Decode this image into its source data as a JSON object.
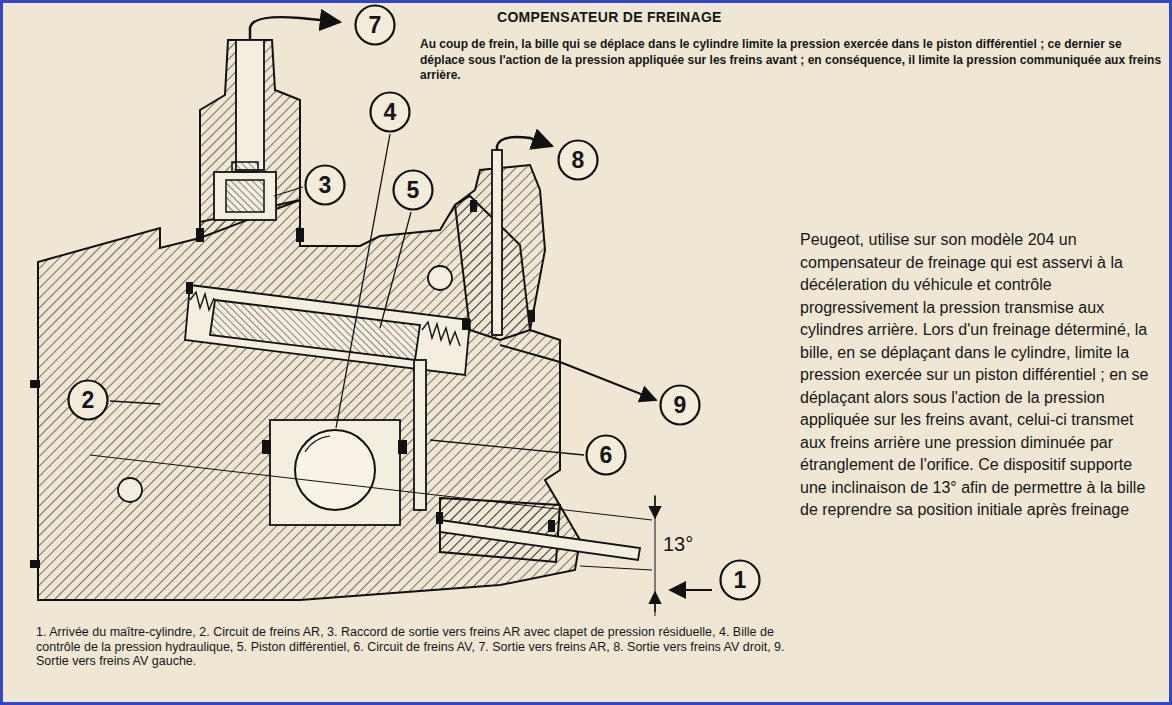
{
  "diagram": {
    "title": "COMPENSATEUR DE FREINAGE",
    "caption": "1. Arrivée du maître-cylindre, 2. Circuit de freins AR, 3. Raccord de sortie vers freins AR avec clapet de pression résiduelle, 4. Bille de contrôle de la pression hydraulique, 5. Piston différentiel, 6. Circuit de freins AV, 7. Sortie vers freins AR, 8. Sortie vers freins AV droit, 9. Sortie vers freins AV gauche.",
    "nodes": [
      {
        "text": [
          "7"
        ]
      },
      {
        "text": [
          "4"
        ]
      },
      {
        "text": [
          "8"
        ]
      },
      {
        "text": [
          "3"
        ]
      },
      {
        "text": [
          "5"
        ]
      },
      {
        "text": [
          "2"
        ]
      },
      {
        "text": [
          "9"
        ]
      },
      {
        "text": [
          "6"
        ]
      },
      {
        "text": [
          "1"
        ]
      }
    ],
    "labels": [
      "Au coup de frein, la bille qui se déplace dans le cylindre limite la pression exercée dans le piston différentiel ; ce dernier se déplace sous l'action de la pression appliquée sur les freins avant ; en conséquence, il limite la pression communiquée aux freins arrière.",
      "Peugeot, utilise sur son modèle 204 un compensateur de freinage qui est asservi à la décéleration du véhicule et contrôle progressivement la pression transmise aux cylindres arrière. Lors d'un freinage déterminé, la bille, en se déplaçant dans le cylindre, limite la pression exercée sur un piston différentiel ; en se déplaçant alors sous l'action de la pression appliquée sur les freins avant, celui-ci transmet aux freins arrière une pression diminuée par étranglement de l'orifice. Ce dispositif supporte une inclinaison de 13° afin de permettre à la bille de reprendre sa position initiale après freinage",
      "13°"
    ]
  }
}
